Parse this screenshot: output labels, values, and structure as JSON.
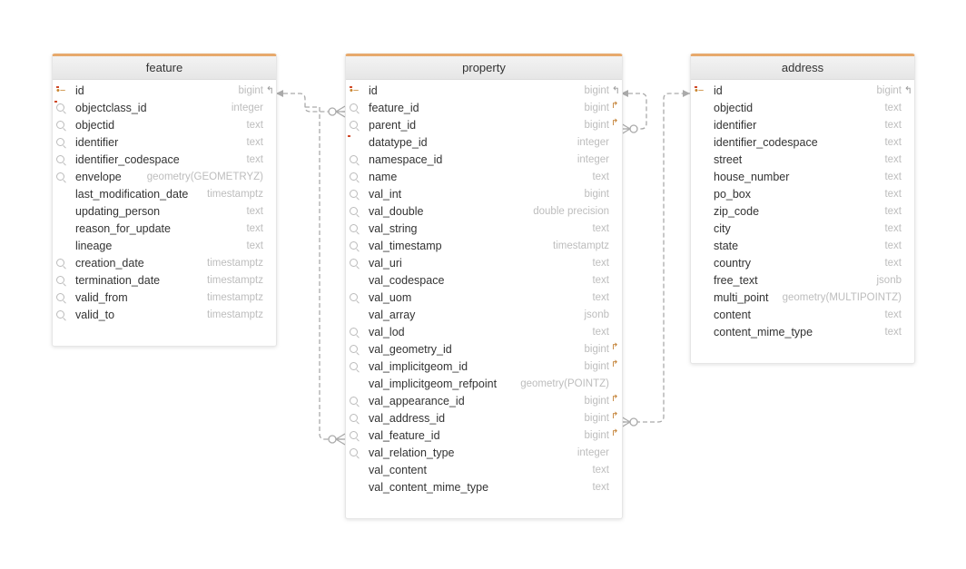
{
  "tables": [
    {
      "name": "feature",
      "columns": [
        {
          "name": "id",
          "type": "bigint",
          "icon": "key-icon",
          "link": "in"
        },
        {
          "name": "objectclass_id",
          "type": "integer",
          "icon": "search-icon",
          "fk": true
        },
        {
          "name": "objectid",
          "type": "text",
          "icon": "search-icon"
        },
        {
          "name": "identifier",
          "type": "text",
          "icon": "search-icon"
        },
        {
          "name": "identifier_codespace",
          "type": "text",
          "icon": "search-icon"
        },
        {
          "name": "envelope",
          "type": "geometry(GEOMETRYZ)",
          "icon": "search-icon"
        },
        {
          "name": "last_modification_date",
          "type": "timestamptz",
          "icon": ""
        },
        {
          "name": "updating_person",
          "type": "text",
          "icon": ""
        },
        {
          "name": "reason_for_update",
          "type": "text",
          "icon": ""
        },
        {
          "name": "lineage",
          "type": "text",
          "icon": ""
        },
        {
          "name": "creation_date",
          "type": "timestamptz",
          "icon": "search-icon"
        },
        {
          "name": "termination_date",
          "type": "timestamptz",
          "icon": "search-icon"
        },
        {
          "name": "valid_from",
          "type": "timestamptz",
          "icon": "search-icon"
        },
        {
          "name": "valid_to",
          "type": "timestamptz",
          "icon": "search-icon"
        }
      ]
    },
    {
      "name": "property",
      "columns": [
        {
          "name": "id",
          "type": "bigint",
          "icon": "key-icon",
          "link": "in"
        },
        {
          "name": "feature_id",
          "type": "bigint",
          "icon": "search-icon",
          "link": "out"
        },
        {
          "name": "parent_id",
          "type": "bigint",
          "icon": "search-icon",
          "link": "out"
        },
        {
          "name": "datatype_id",
          "type": "integer",
          "icon": "",
          "fk": true
        },
        {
          "name": "namespace_id",
          "type": "integer",
          "icon": "search-icon"
        },
        {
          "name": "name",
          "type": "text",
          "icon": "search-icon"
        },
        {
          "name": "val_int",
          "type": "bigint",
          "icon": "search-icon"
        },
        {
          "name": "val_double",
          "type": "double precision",
          "icon": "search-icon"
        },
        {
          "name": "val_string",
          "type": "text",
          "icon": "search-icon"
        },
        {
          "name": "val_timestamp",
          "type": "timestamptz",
          "icon": "search-icon"
        },
        {
          "name": "val_uri",
          "type": "text",
          "icon": "search-icon"
        },
        {
          "name": "val_codespace",
          "type": "text",
          "icon": ""
        },
        {
          "name": "val_uom",
          "type": "text",
          "icon": "search-icon"
        },
        {
          "name": "val_array",
          "type": "jsonb",
          "icon": ""
        },
        {
          "name": "val_lod",
          "type": "text",
          "icon": "search-icon"
        },
        {
          "name": "val_geometry_id",
          "type": "bigint",
          "icon": "search-icon",
          "link": "out"
        },
        {
          "name": "val_implicitgeom_id",
          "type": "bigint",
          "icon": "search-icon",
          "link": "out"
        },
        {
          "name": "val_implicitgeom_refpoint",
          "type": "geometry(POINTZ)",
          "icon": ""
        },
        {
          "name": "val_appearance_id",
          "type": "bigint",
          "icon": "search-icon",
          "link": "out"
        },
        {
          "name": "val_address_id",
          "type": "bigint",
          "icon": "search-icon",
          "link": "out"
        },
        {
          "name": "val_feature_id",
          "type": "bigint",
          "icon": "search-icon",
          "link": "out"
        },
        {
          "name": "val_relation_type",
          "type": "integer",
          "icon": "search-icon"
        },
        {
          "name": "val_content",
          "type": "text",
          "icon": ""
        },
        {
          "name": "val_content_mime_type",
          "type": "text",
          "icon": ""
        }
      ]
    },
    {
      "name": "address",
      "columns": [
        {
          "name": "id",
          "type": "bigint",
          "icon": "key-icon",
          "link": "in"
        },
        {
          "name": "objectid",
          "type": "text",
          "icon": ""
        },
        {
          "name": "identifier",
          "type": "text",
          "icon": ""
        },
        {
          "name": "identifier_codespace",
          "type": "text",
          "icon": ""
        },
        {
          "name": "street",
          "type": "text",
          "icon": ""
        },
        {
          "name": "house_number",
          "type": "text",
          "icon": ""
        },
        {
          "name": "po_box",
          "type": "text",
          "icon": ""
        },
        {
          "name": "zip_code",
          "type": "text",
          "icon": ""
        },
        {
          "name": "city",
          "type": "text",
          "icon": ""
        },
        {
          "name": "state",
          "type": "text",
          "icon": ""
        },
        {
          "name": "country",
          "type": "text",
          "icon": ""
        },
        {
          "name": "free_text",
          "type": "jsonb",
          "icon": ""
        },
        {
          "name": "multi_point",
          "type": "geometry(MULTIPOINTZ)",
          "icon": ""
        },
        {
          "name": "content",
          "type": "text",
          "icon": ""
        },
        {
          "name": "content_mime_type",
          "type": "text",
          "icon": ""
        }
      ]
    }
  ],
  "relationships": [
    {
      "from": "property.feature_id",
      "to": "feature.id"
    },
    {
      "from": "property.val_feature_id",
      "to": "feature.id"
    },
    {
      "from": "property.parent_id",
      "to": "property.id"
    },
    {
      "from": "property.val_address_id",
      "to": "address.id"
    }
  ],
  "colors": {
    "header_accent": "#e7a96c",
    "type_text": "#bdbdbd",
    "line": "#aaaaaa",
    "key": "#c8842d",
    "fk_mark": "#d04a2a"
  }
}
